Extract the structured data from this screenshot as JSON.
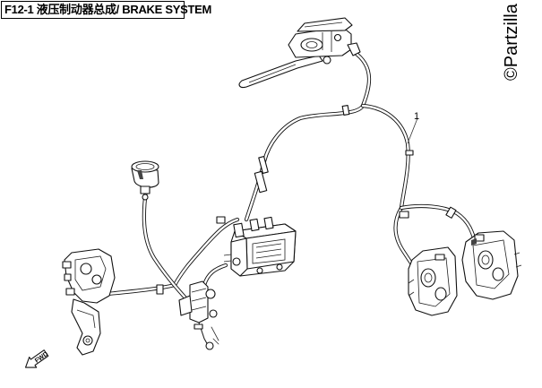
{
  "header": {
    "title": "F12-1 液压制动器总成/ BRAKE SYSTEM"
  },
  "watermark": {
    "text": "©Partzilla"
  },
  "diagram": {
    "callout_number": "1",
    "forward_arrow_label": "FWD"
  }
}
